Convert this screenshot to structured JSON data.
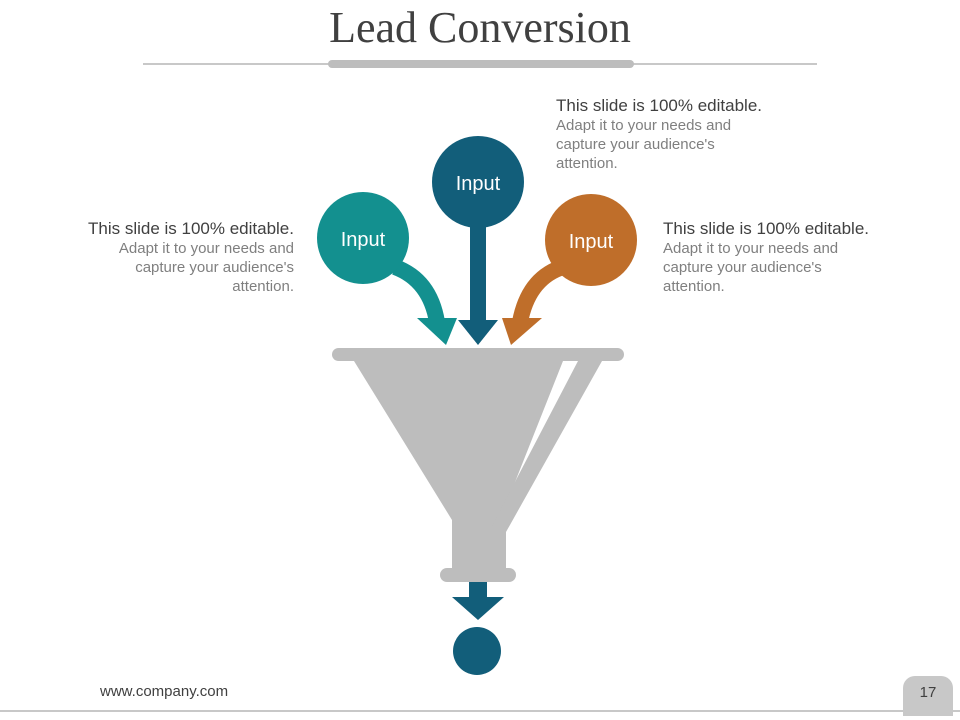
{
  "title": "Lead Conversion",
  "inputs": [
    {
      "label": "Input",
      "color": "#13908f"
    },
    {
      "label": "Input",
      "color": "#125e7a"
    },
    {
      "label": "Input",
      "color": "#bf6e2a"
    }
  ],
  "text_blocks": {
    "left": {
      "heading": "This slide is 100% editable.",
      "body": "Adapt it to your needs and capture your audience's attention."
    },
    "top": {
      "heading": "This slide is 100% editable.",
      "body": "Adapt it to your needs and capture your audience's attention."
    },
    "right": {
      "heading": "This slide is 100% editable.",
      "body": "Adapt it to your needs and capture your audience's attention."
    }
  },
  "colors": {
    "funnel": "#bdbdbd",
    "output": "#125e7a"
  },
  "footer": {
    "url": "www.company.com",
    "page_number": "17"
  }
}
